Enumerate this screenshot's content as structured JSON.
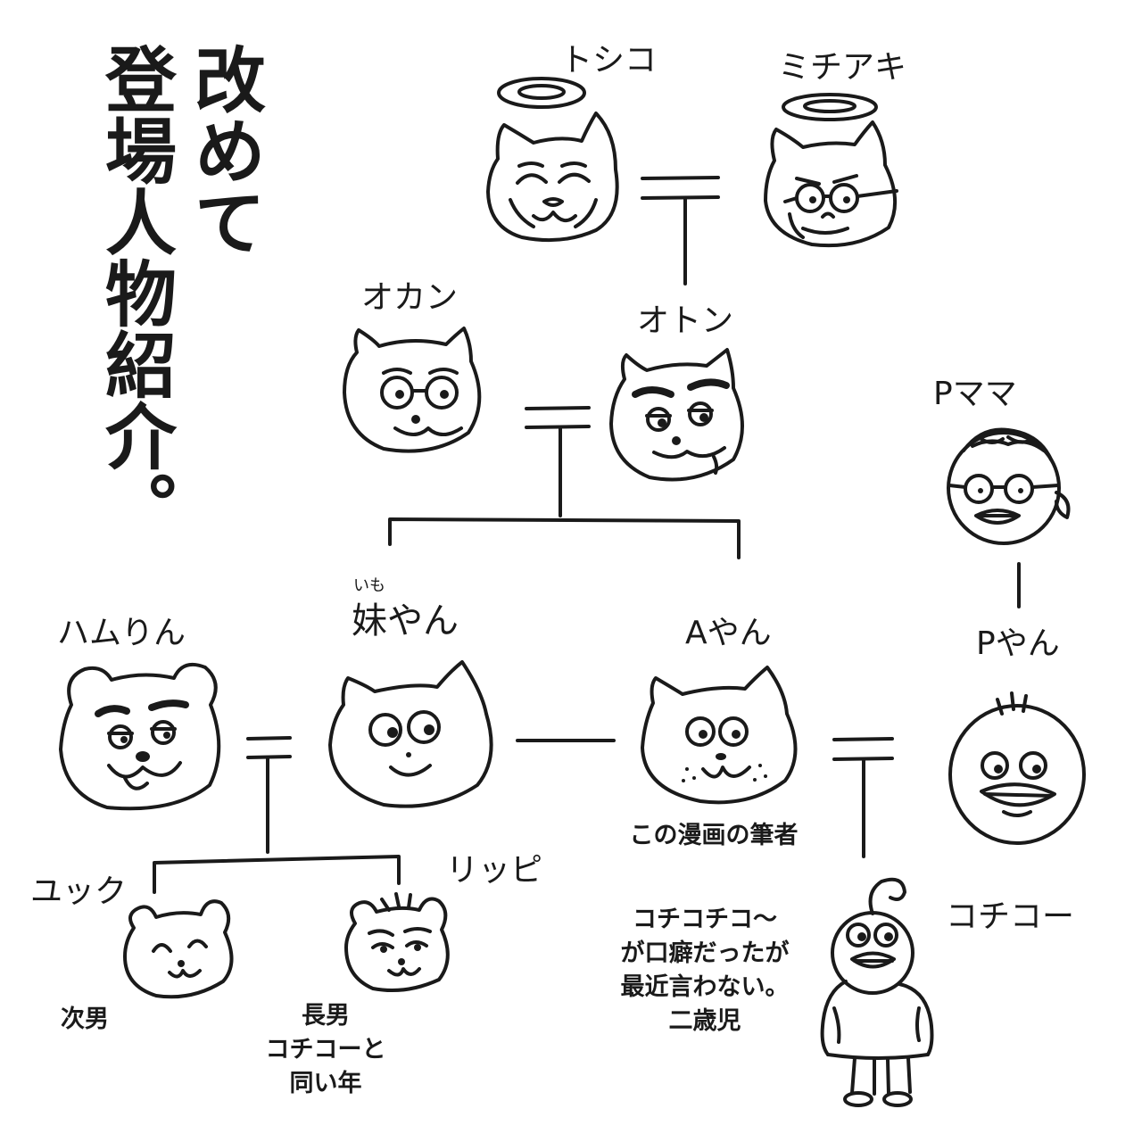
{
  "title": {
    "column1": "改めて",
    "column2": "登場人物紹介。"
  },
  "characters": {
    "toshiko": {
      "name": "トシコ"
    },
    "michiaki": {
      "name": "ミチアキ"
    },
    "okan": {
      "name": "オカン"
    },
    "oton": {
      "name": "オトン"
    },
    "pmama": {
      "name": "Pママ"
    },
    "hamurin": {
      "name": "ハムりん"
    },
    "imoyan": {
      "name": "妹やん",
      "furigana": "いも"
    },
    "ayan": {
      "name": "Aやん",
      "caption": [
        "この漫画の筆者"
      ]
    },
    "pyan": {
      "name": "Pやん"
    },
    "yukku": {
      "name": "ユック",
      "caption": [
        "次男"
      ]
    },
    "rippi": {
      "name": "リッピ",
      "caption": [
        "長男",
        "コチコーと",
        "同い年"
      ]
    },
    "kochiko": {
      "name": "コチコー",
      "caption": [
        "コチコチコ〜",
        "が口癖だったが",
        "最近言わない。",
        "二歳児"
      ]
    }
  },
  "colors": {
    "ink": "#1a1a1a",
    "background": "#ffffff"
  }
}
